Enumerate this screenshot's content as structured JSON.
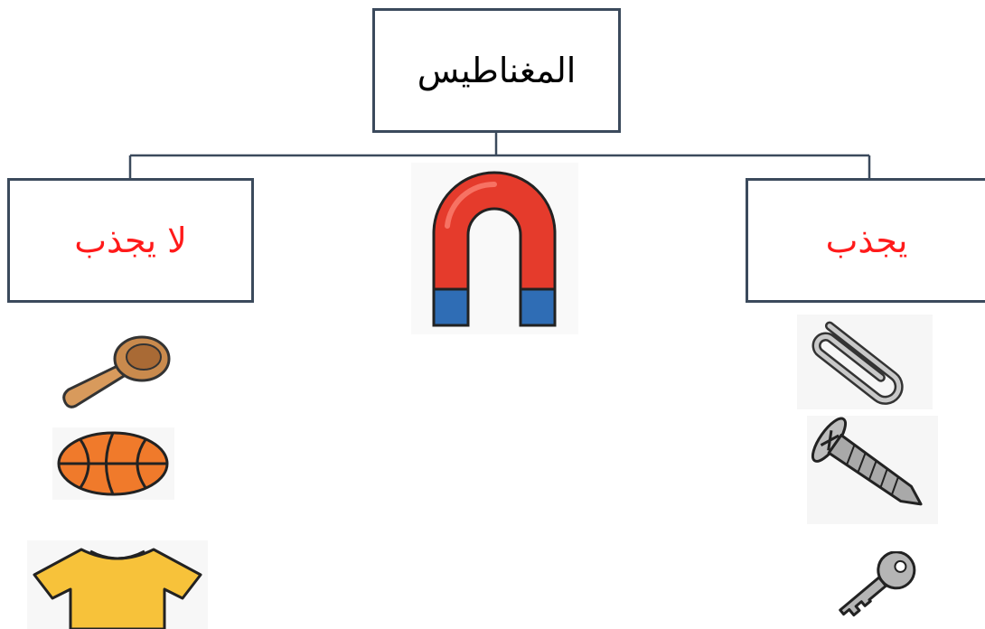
{
  "diagram": {
    "root": {
      "label": "المغناطيس"
    },
    "branches": [
      {
        "label": "لا يجذب",
        "items": [
          "wooden-spoon-icon",
          "basketball-icon",
          "tshirt-icon"
        ]
      },
      {
        "label": "يجذب",
        "items": [
          "paperclip-icon",
          "screw-icon",
          "key-icon"
        ]
      }
    ],
    "center_icon": "horseshoe-magnet-icon"
  },
  "colors": {
    "box_border": "#3b4a5c",
    "branch_text": "#ff1a1a",
    "magnet_red": "#e53b2c",
    "magnet_blue": "#2f6db5"
  }
}
